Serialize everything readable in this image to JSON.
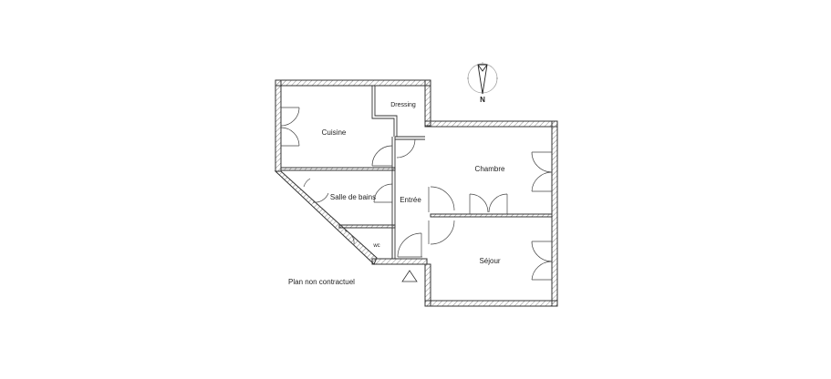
{
  "plan": {
    "rooms": [
      {
        "id": "cuisine",
        "label": "Cuisine"
      },
      {
        "id": "dressing",
        "label": "Dressing"
      },
      {
        "id": "salle-de-bains",
        "label": "Salle de bains"
      },
      {
        "id": "wc",
        "label": "wc"
      },
      {
        "id": "entree",
        "label": "Entrée"
      },
      {
        "id": "chambre",
        "label": "Chambre"
      },
      {
        "id": "sejour",
        "label": "Séjour"
      }
    ],
    "disclaimer": "Plan non contractuel",
    "compass": {
      "label": "N",
      "icon": "north-arrow-icon"
    },
    "entrance_marker": {
      "icon": "entrance-triangle-icon"
    },
    "colors": {
      "line": "#333333",
      "hatch": "#999999",
      "background": "#ffffff"
    }
  }
}
